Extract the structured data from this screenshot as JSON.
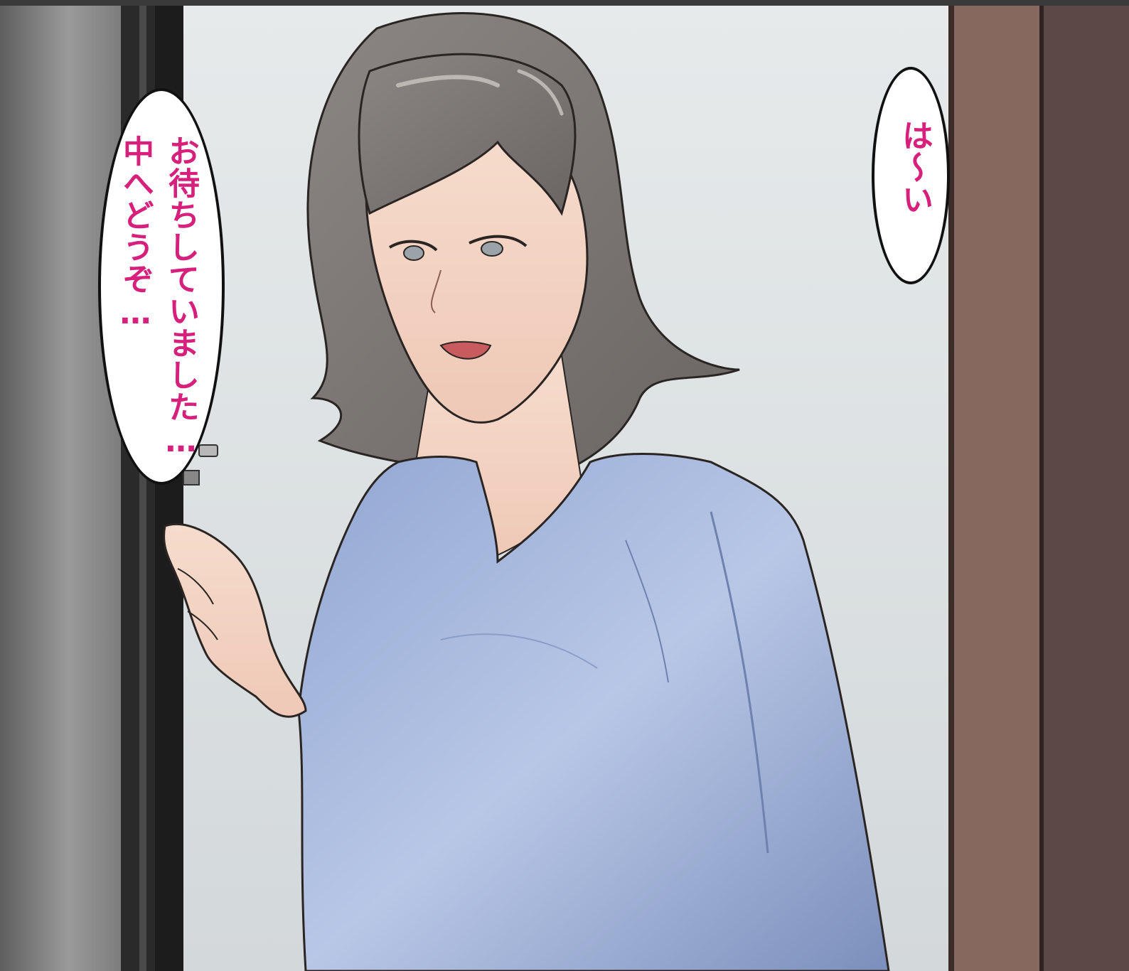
{
  "dialogue": {
    "left_bubble": {
      "lines": [
        "お待ちしていました…",
        "中へどうぞ…"
      ]
    },
    "right_bubble": {
      "text": "は〜い"
    }
  },
  "scene": {
    "description_icons": [
      "door-frame",
      "woman-figure",
      "hand"
    ],
    "colors": {
      "text_magenta": "#d6207b",
      "sweater": "#8fa3cf",
      "hair": "#7d7875",
      "wall": "#e2e6e7",
      "door_brown": "#7d5e55",
      "door_grey": "#6f6f6f"
    }
  }
}
